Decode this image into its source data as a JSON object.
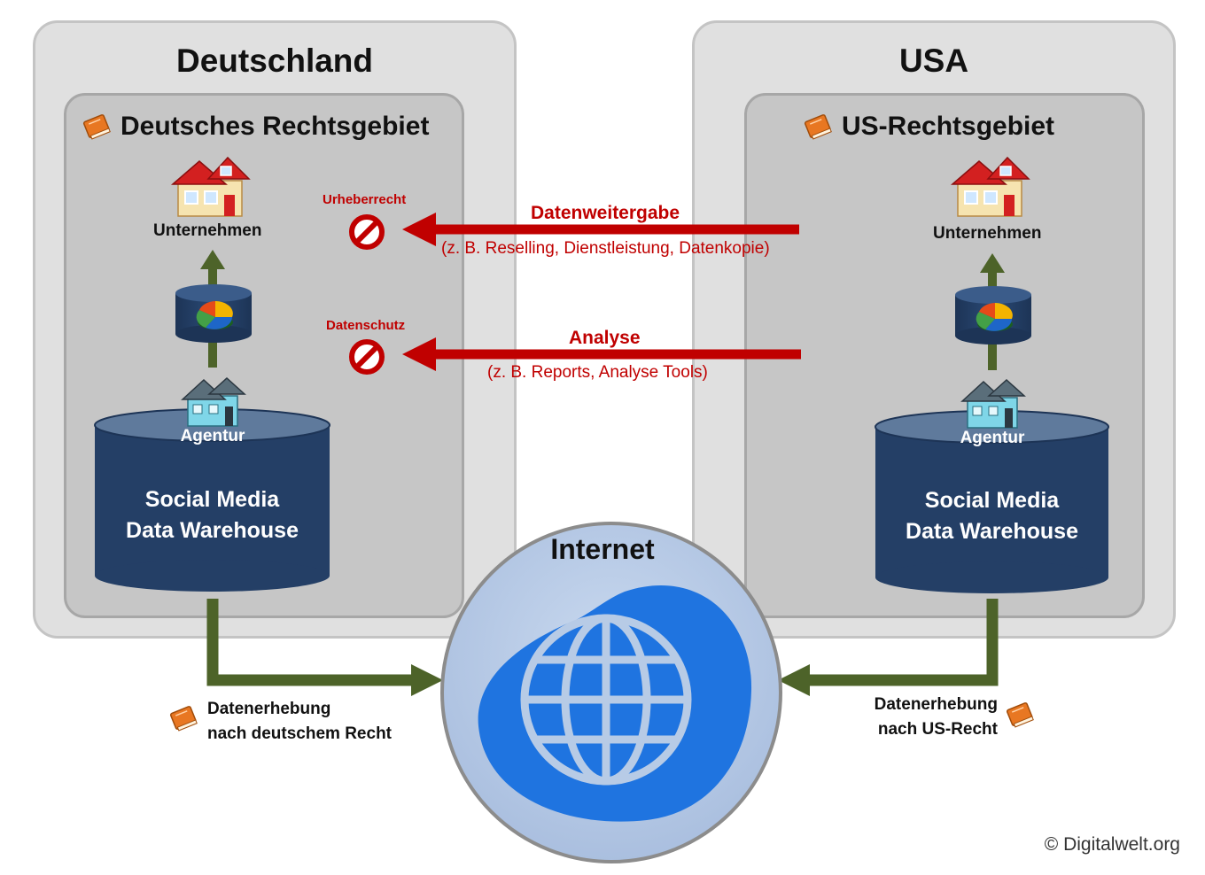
{
  "germany": {
    "title": "Deutschland",
    "jurisdiction": "Deutsches Rechtsgebiet",
    "company_label": "Unternehmen",
    "agency_label": "Agentur",
    "warehouse_line1": "Social Media",
    "warehouse_line2": "Data Warehouse",
    "collection_line1": "Datenerhebung",
    "collection_line2": "nach deutschem Recht"
  },
  "usa": {
    "title": "USA",
    "jurisdiction": "US-Rechtsgebiet",
    "company_label": "Unternehmen",
    "agency_label": "Agentur",
    "warehouse_line1": "Social Media",
    "warehouse_line2": "Data Warehouse",
    "collection_line1": "Datenerhebung",
    "collection_line2": "nach US-Recht"
  },
  "flows": {
    "transfer_title": "Datenweitergabe",
    "transfer_sub": "(z. B. Reselling, Dienstleistung, Datenkopie)",
    "transfer_block_label": "Urheberrecht",
    "analysis_title": "Analyse",
    "analysis_sub": "(z. B. Reports, Analyse Tools)",
    "analysis_block_label": "Datenschutz"
  },
  "internet": {
    "title": "Internet"
  },
  "copyright": "© Digitalwelt.org",
  "colors": {
    "outer_region": "#e0e0e0",
    "inner_region": "#c6c6c6",
    "warehouse": "#243f66",
    "arrow_green": "#4d6329",
    "arrow_red": "#c00000",
    "internet_circle": "#b7cbe6",
    "globe_blue": "#1f74e0"
  },
  "icons": [
    "book-icon",
    "house-icon",
    "agency-house-icon",
    "pie-chart-icon",
    "prohibited-icon",
    "globe-icon"
  ]
}
